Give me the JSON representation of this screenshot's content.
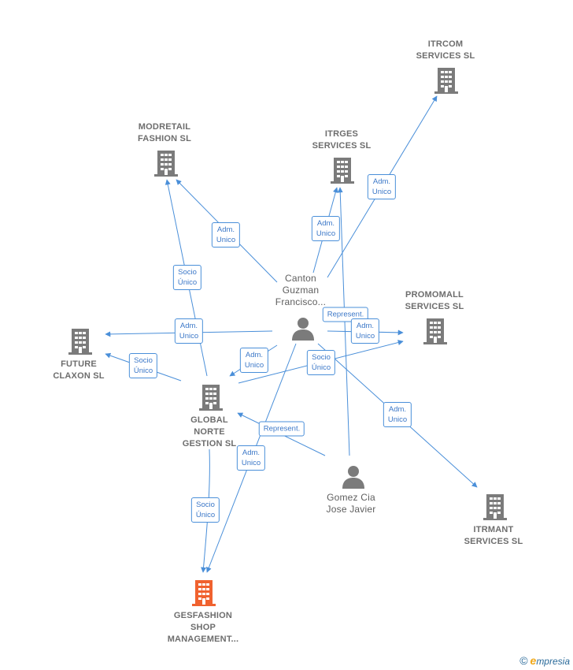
{
  "colors": {
    "edge": "#4a8fd9",
    "node_gray": "#7b7b7b",
    "node_focus": "#f0622f"
  },
  "nodes": [
    {
      "id": "itrcom",
      "kind": "company",
      "label": "ITRCOM\nSERVICES  SL"
    },
    {
      "id": "modretail",
      "kind": "company",
      "label": "MODRETAIL\nFASHION  SL"
    },
    {
      "id": "itrges",
      "kind": "company",
      "label": "ITRGES\nSERVICES SL"
    },
    {
      "id": "canton",
      "kind": "person",
      "label": "Canton\nGuzman\nFrancisco..."
    },
    {
      "id": "promomall",
      "kind": "company",
      "label": "PROMOMALL\nSERVICES  SL"
    },
    {
      "id": "future",
      "kind": "company",
      "label": "FUTURE\nCLAXON  SL"
    },
    {
      "id": "global",
      "kind": "company",
      "label": "GLOBAL\nNORTE\nGESTION  SL"
    },
    {
      "id": "gomez",
      "kind": "person",
      "label": "Gomez Cia\nJose Javier"
    },
    {
      "id": "itrmant",
      "kind": "company",
      "label": "ITRMANT\nSERVICES  SL"
    },
    {
      "id": "gesfashion",
      "kind": "focus",
      "label": "GESFASHION\nSHOP\nMANAGEMENT..."
    }
  ],
  "edge_labels": [
    {
      "id": "l1",
      "text": "Adm.\nUnico"
    },
    {
      "id": "l2",
      "text": "Adm.\nUnico"
    },
    {
      "id": "l3",
      "text": "Adm.\nUnico"
    },
    {
      "id": "l4",
      "text": "Socio\nÚnico"
    },
    {
      "id": "l5",
      "text": "Represent."
    },
    {
      "id": "l6",
      "text": "Adm.\nUnico"
    },
    {
      "id": "l7",
      "text": "Adm.\nUnico"
    },
    {
      "id": "l8",
      "text": "Adm.\nUnico"
    },
    {
      "id": "l9",
      "text": "Socio\nÚnico"
    },
    {
      "id": "l10",
      "text": "Socio\nÚnico"
    },
    {
      "id": "l11",
      "text": "Represent."
    },
    {
      "id": "l12",
      "text": "Adm.\nUnico"
    },
    {
      "id": "l13",
      "text": "Adm.\nUnico"
    },
    {
      "id": "l14",
      "text": "Socio\nÚnico"
    }
  ],
  "footer": {
    "copyright": "©",
    "brand_first": "e",
    "brand_rest": "mpresia"
  }
}
